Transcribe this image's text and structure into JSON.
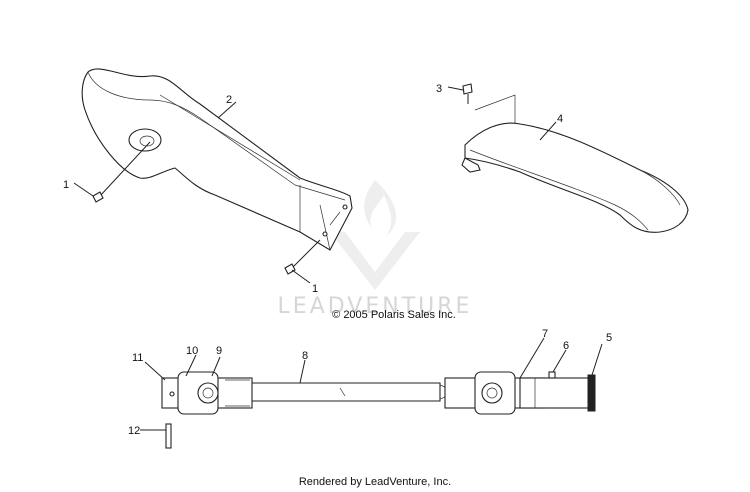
{
  "watermark": {
    "text": "LEADVENTURE"
  },
  "copyright": "© 2005 Polaris Sales Inc.",
  "footer": "Rendered by LeadVenture, Inc.",
  "callouts": [
    {
      "id": "c1a",
      "label": "1"
    },
    {
      "id": "c2",
      "label": "2"
    },
    {
      "id": "c1b",
      "label": "1"
    },
    {
      "id": "c3",
      "label": "3"
    },
    {
      "id": "c4",
      "label": "4"
    },
    {
      "id": "c5",
      "label": "5"
    },
    {
      "id": "c6",
      "label": "6"
    },
    {
      "id": "c7",
      "label": "7"
    },
    {
      "id": "c8",
      "label": "8"
    },
    {
      "id": "c9",
      "label": "9"
    },
    {
      "id": "c10",
      "label": "10"
    },
    {
      "id": "c11",
      "label": "11"
    },
    {
      "id": "c12",
      "label": "12"
    }
  ]
}
